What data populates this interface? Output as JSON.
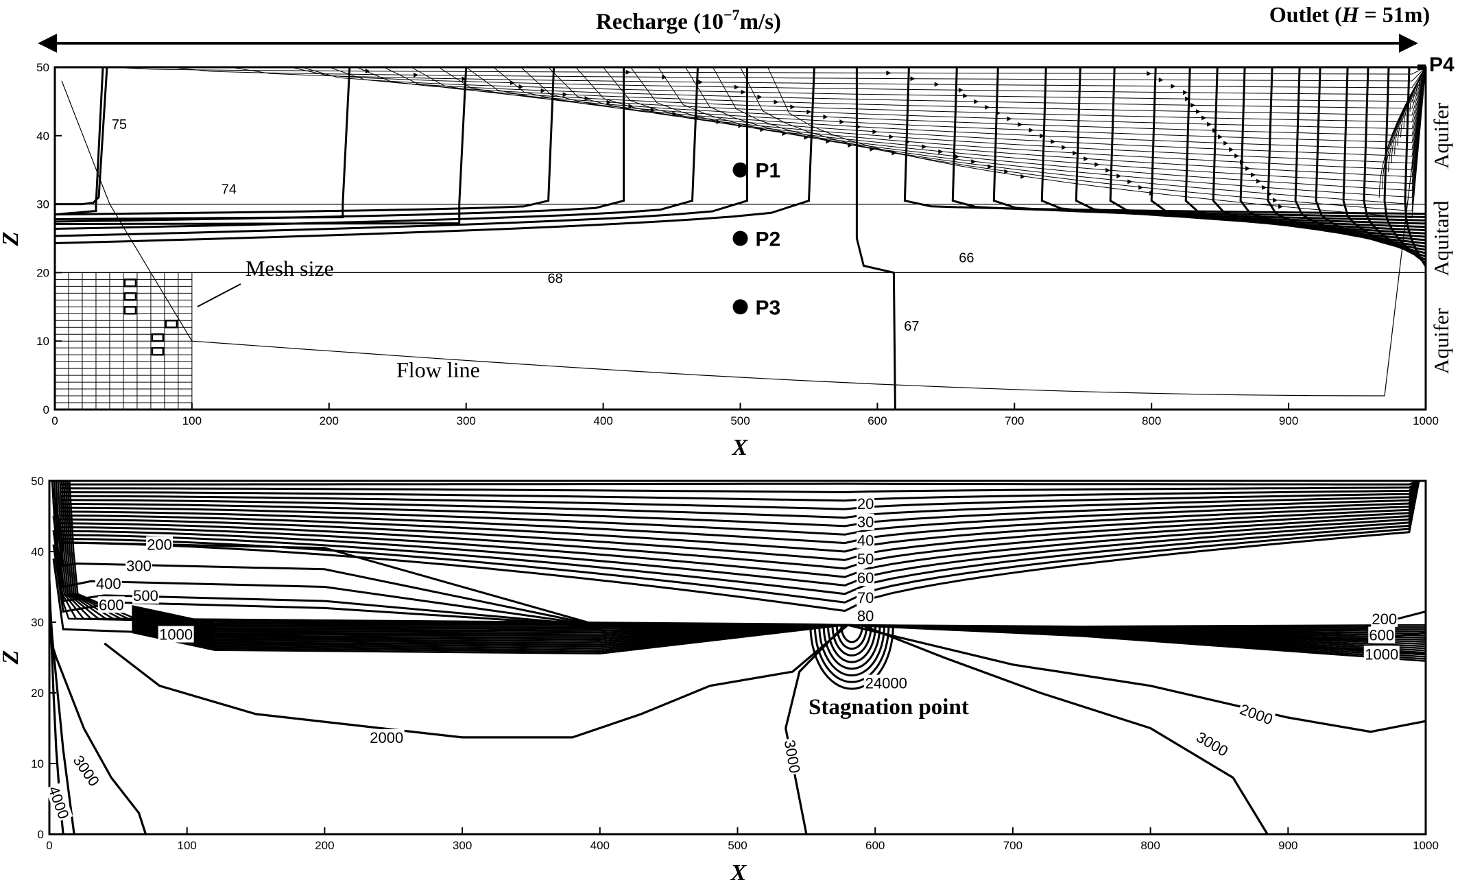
{
  "chart_data": [
    {
      "type": "contour",
      "panel": "top",
      "title": "",
      "xlabel": "X",
      "ylabel": "Z",
      "xlim": [
        0,
        1000
      ],
      "ylim": [
        0,
        50
      ],
      "xticks": [
        0,
        100,
        200,
        300,
        400,
        500,
        600,
        700,
        800,
        900,
        1000
      ],
      "yticks": [
        0,
        10,
        20,
        30,
        40,
        50
      ],
      "top_arrow_label": {
        "prefix": "Recharge (10",
        "exp": "−7",
        "suffix": "m/s)"
      },
      "outlet_label": {
        "prefix": "Outlet (",
        "var": "H",
        "suffix": " = 51m)"
      },
      "layers": [
        {
          "name": "Aquifer",
          "zmin": 30,
          "zmax": 50
        },
        {
          "name": "Aquitard",
          "zmin": 20,
          "zmax": 30
        },
        {
          "name": "Aquifer",
          "zmin": 0,
          "zmax": 20
        }
      ],
      "points": [
        {
          "label": "P1",
          "x": 500,
          "z": 35
        },
        {
          "label": "P2",
          "x": 500,
          "z": 25
        },
        {
          "label": "P3",
          "x": 500,
          "z": 15
        },
        {
          "label": "P4",
          "x": 1000,
          "z": 51
        }
      ],
      "contour_labels": [
        {
          "text": "75",
          "x": 47,
          "z": 41
        },
        {
          "text": "74",
          "x": 127,
          "z": 31.5
        },
        {
          "text": "68",
          "x": 365,
          "z": 18.5
        },
        {
          "text": "66",
          "x": 665,
          "z": 21.5
        },
        {
          "text": "67",
          "x": 625,
          "z": 11.5
        }
      ],
      "annotations": {
        "mesh": "Mesh size",
        "flow": "Flow line"
      },
      "head_contours_x_upper": [
        30,
        210,
        295,
        360,
        415,
        465,
        505,
        550,
        620,
        655,
        685,
        720,
        745,
        770,
        800,
        825,
        845,
        865,
        885,
        905,
        920,
        940,
        955,
        970,
        985
      ]
    },
    {
      "type": "contour",
      "panel": "bottom",
      "title": "",
      "xlabel": "X",
      "ylabel": "Z",
      "xlim": [
        0,
        1000
      ],
      "ylim": [
        0,
        50
      ],
      "xticks": [
        0,
        100,
        200,
        300,
        400,
        500,
        600,
        700,
        800,
        900,
        1000
      ],
      "yticks": [
        0,
        10,
        20,
        30,
        40,
        50
      ],
      "contour_labels": [
        {
          "text": "20",
          "x": 593,
          "z": 46.8
        },
        {
          "text": "30",
          "x": 593,
          "z": 44.2
        },
        {
          "text": "40",
          "x": 593,
          "z": 41.6
        },
        {
          "text": "50",
          "x": 593,
          "z": 39.0
        },
        {
          "text": "60",
          "x": 593,
          "z": 36.3
        },
        {
          "text": "70",
          "x": 593,
          "z": 33.5
        },
        {
          "text": "80",
          "x": 593,
          "z": 30.9
        },
        {
          "text": "200",
          "x": 80,
          "z": 41
        },
        {
          "text": "300",
          "x": 65,
          "z": 38
        },
        {
          "text": "400",
          "x": 43,
          "z": 35.5
        },
        {
          "text": "500",
          "x": 70,
          "z": 33.8
        },
        {
          "text": "600",
          "x": 45,
          "z": 32.5
        },
        {
          "text": "1000",
          "x": 92,
          "z": 28.3
        },
        {
          "text": "200",
          "x": 970,
          "z": 30.5
        },
        {
          "text": "600",
          "x": 968,
          "z": 28.2
        },
        {
          "text": "1000",
          "x": 968,
          "z": 25.5
        },
        {
          "text": "24000",
          "x": 608,
          "z": 21.4
        },
        {
          "text": "2000",
          "x": 245,
          "z": 13.7
        },
        {
          "text": "2000",
          "x": 877,
          "z": 17.0
        },
        {
          "text": "3000",
          "x": 27,
          "z": 9.0
        },
        {
          "text": "3000",
          "x": 540,
          "z": 11.0
        },
        {
          "text": "3000",
          "x": 845,
          "z": 12.8
        },
        {
          "text": "4000",
          "x": 7,
          "z": 4.5
        }
      ],
      "annotations": {
        "stagnation": "Stagnation point"
      }
    }
  ]
}
